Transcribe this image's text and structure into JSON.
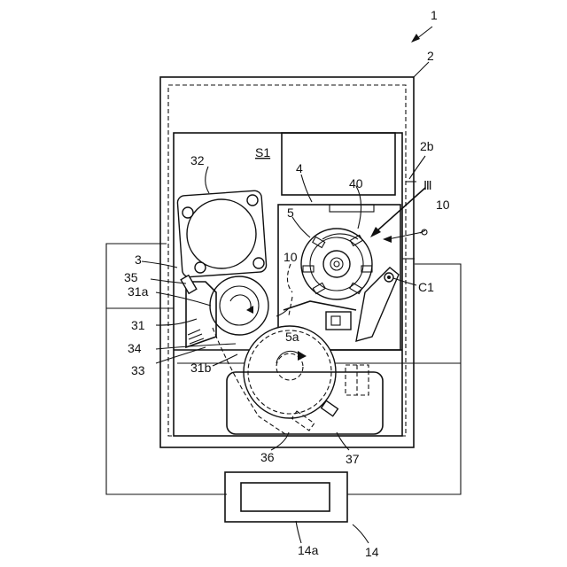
{
  "labels": {
    "l1": "1",
    "l2": "2",
    "l2b": "2b",
    "lIII": "Ⅲ",
    "l10a": "10",
    "l10b": "10",
    "lS1": "S1",
    "l32": "32",
    "l4": "4",
    "l40": "40",
    "l5": "5",
    "l3": "3",
    "l35": "35",
    "lC1": "C1",
    "l31a": "31a",
    "l31": "31",
    "l5a": "5a",
    "l34": "34",
    "l33": "33",
    "l31b": "31b",
    "l36": "36",
    "l37": "37",
    "l14a": "14a",
    "l14": "14"
  }
}
